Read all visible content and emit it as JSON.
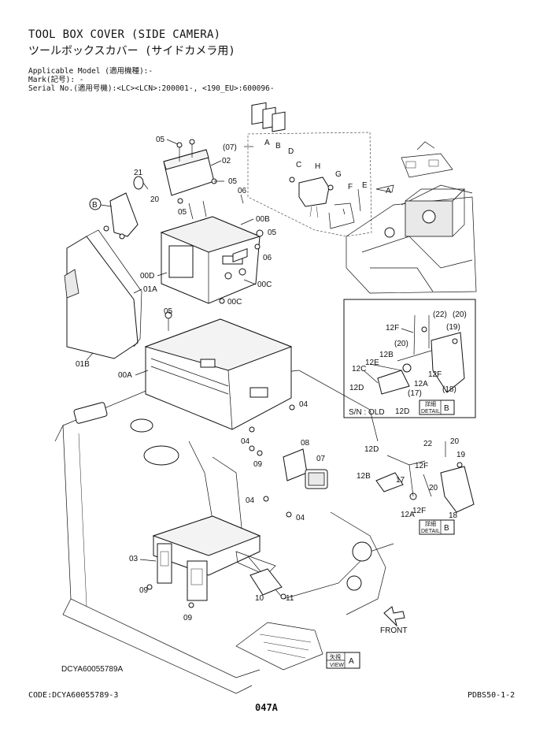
{
  "header": {
    "title_en": "TOOL BOX COVER (SIDE CAMERA)",
    "title_jp": "ツールボックスカバー (サイドカメラ用)",
    "applicable_model": "Applicable Model (適用機種):-",
    "mark": "Mark(記号): -",
    "serial_no": "Serial No.(適用号機):<LC><LCN>:200001-, <190_EU>:600096-"
  },
  "callouts": {
    "c05a": "05",
    "c02": "02",
    "c05b": "05",
    "c06a": "06",
    "c05c": "05",
    "c00b": "00B",
    "c05d": "05",
    "c06b": "06",
    "c00c": "00C",
    "c00d": "00D",
    "c01a": "01A",
    "c00c2": "00C",
    "c05e": "05",
    "c01b": "01B",
    "c00a": "00A",
    "c04a": "04",
    "c04b": "04",
    "c09a": "09",
    "c08": "08",
    "c07": "07",
    "c04c": "04",
    "c04d": "04",
    "c03": "03",
    "c09b": "09",
    "c09c": "09",
    "c10": "10",
    "c11": "11",
    "c21": "21",
    "c20": "20",
    "c05f": "05",
    "cB": "B",
    "c07p": "(07)",
    "cA": "A",
    "cB2": "B",
    "cC": "C",
    "cD": "D",
    "cH": "H",
    "cG": "G",
    "cF": "F",
    "cE": "E",
    "cA2": "A"
  },
  "detail_old": {
    "c22": "(22)",
    "c20a": "(20)",
    "c19": "(19)",
    "c12f": "12F",
    "c20b": "(20)",
    "c12b": "12B",
    "c12e": "12E",
    "c12c": "12C",
    "c12a": "12A",
    "c12f2": "12F",
    "c12d": "12D",
    "c17": "(17)",
    "c18": "(18)",
    "c12d2": "12D",
    "sn_old": "S/N : OLD",
    "detail_jp": "詳細",
    "detail_en": "DETAIL",
    "detail_letter": "B"
  },
  "detail_new": {
    "c22": "22",
    "c20": "20",
    "c12d": "12D",
    "c19": "19",
    "c12f": "12F",
    "c12b": "12B",
    "c17": "17",
    "c20b": "20",
    "c12f2": "12F",
    "c12a": "12A",
    "c18": "18",
    "detail_jp": "詳細",
    "detail_en": "DETAIL",
    "detail_letter": "B"
  },
  "view": {
    "front": "FRONT",
    "view_jp": "矢視",
    "view_en": "VIEW",
    "view_letter": "A"
  },
  "drawing_code": "DCYA60055789A",
  "footer": {
    "code": "CODE:DCYA60055789-3",
    "page": "047A",
    "doc_id": "PDBS50-1-2"
  }
}
